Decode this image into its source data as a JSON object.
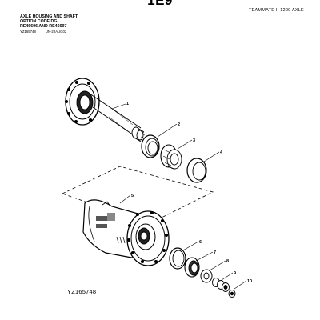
{
  "header": {
    "page_number": "1E9",
    "manual_title": "TEAMMATE II 1200 AXLE"
  },
  "section": {
    "title": "AXLE HOUSING AND SHAFT",
    "option_code": "OPTION CODE DG",
    "part_numbers": "RE46696 AND RE46697",
    "image_code": "YZ165748",
    "revision": "UN-22AUG02"
  },
  "figure": {
    "id": "YZ165748",
    "callouts": [
      "1",
      "2",
      "3",
      "4",
      "5",
      "6",
      "7",
      "8",
      "9",
      "10"
    ]
  }
}
